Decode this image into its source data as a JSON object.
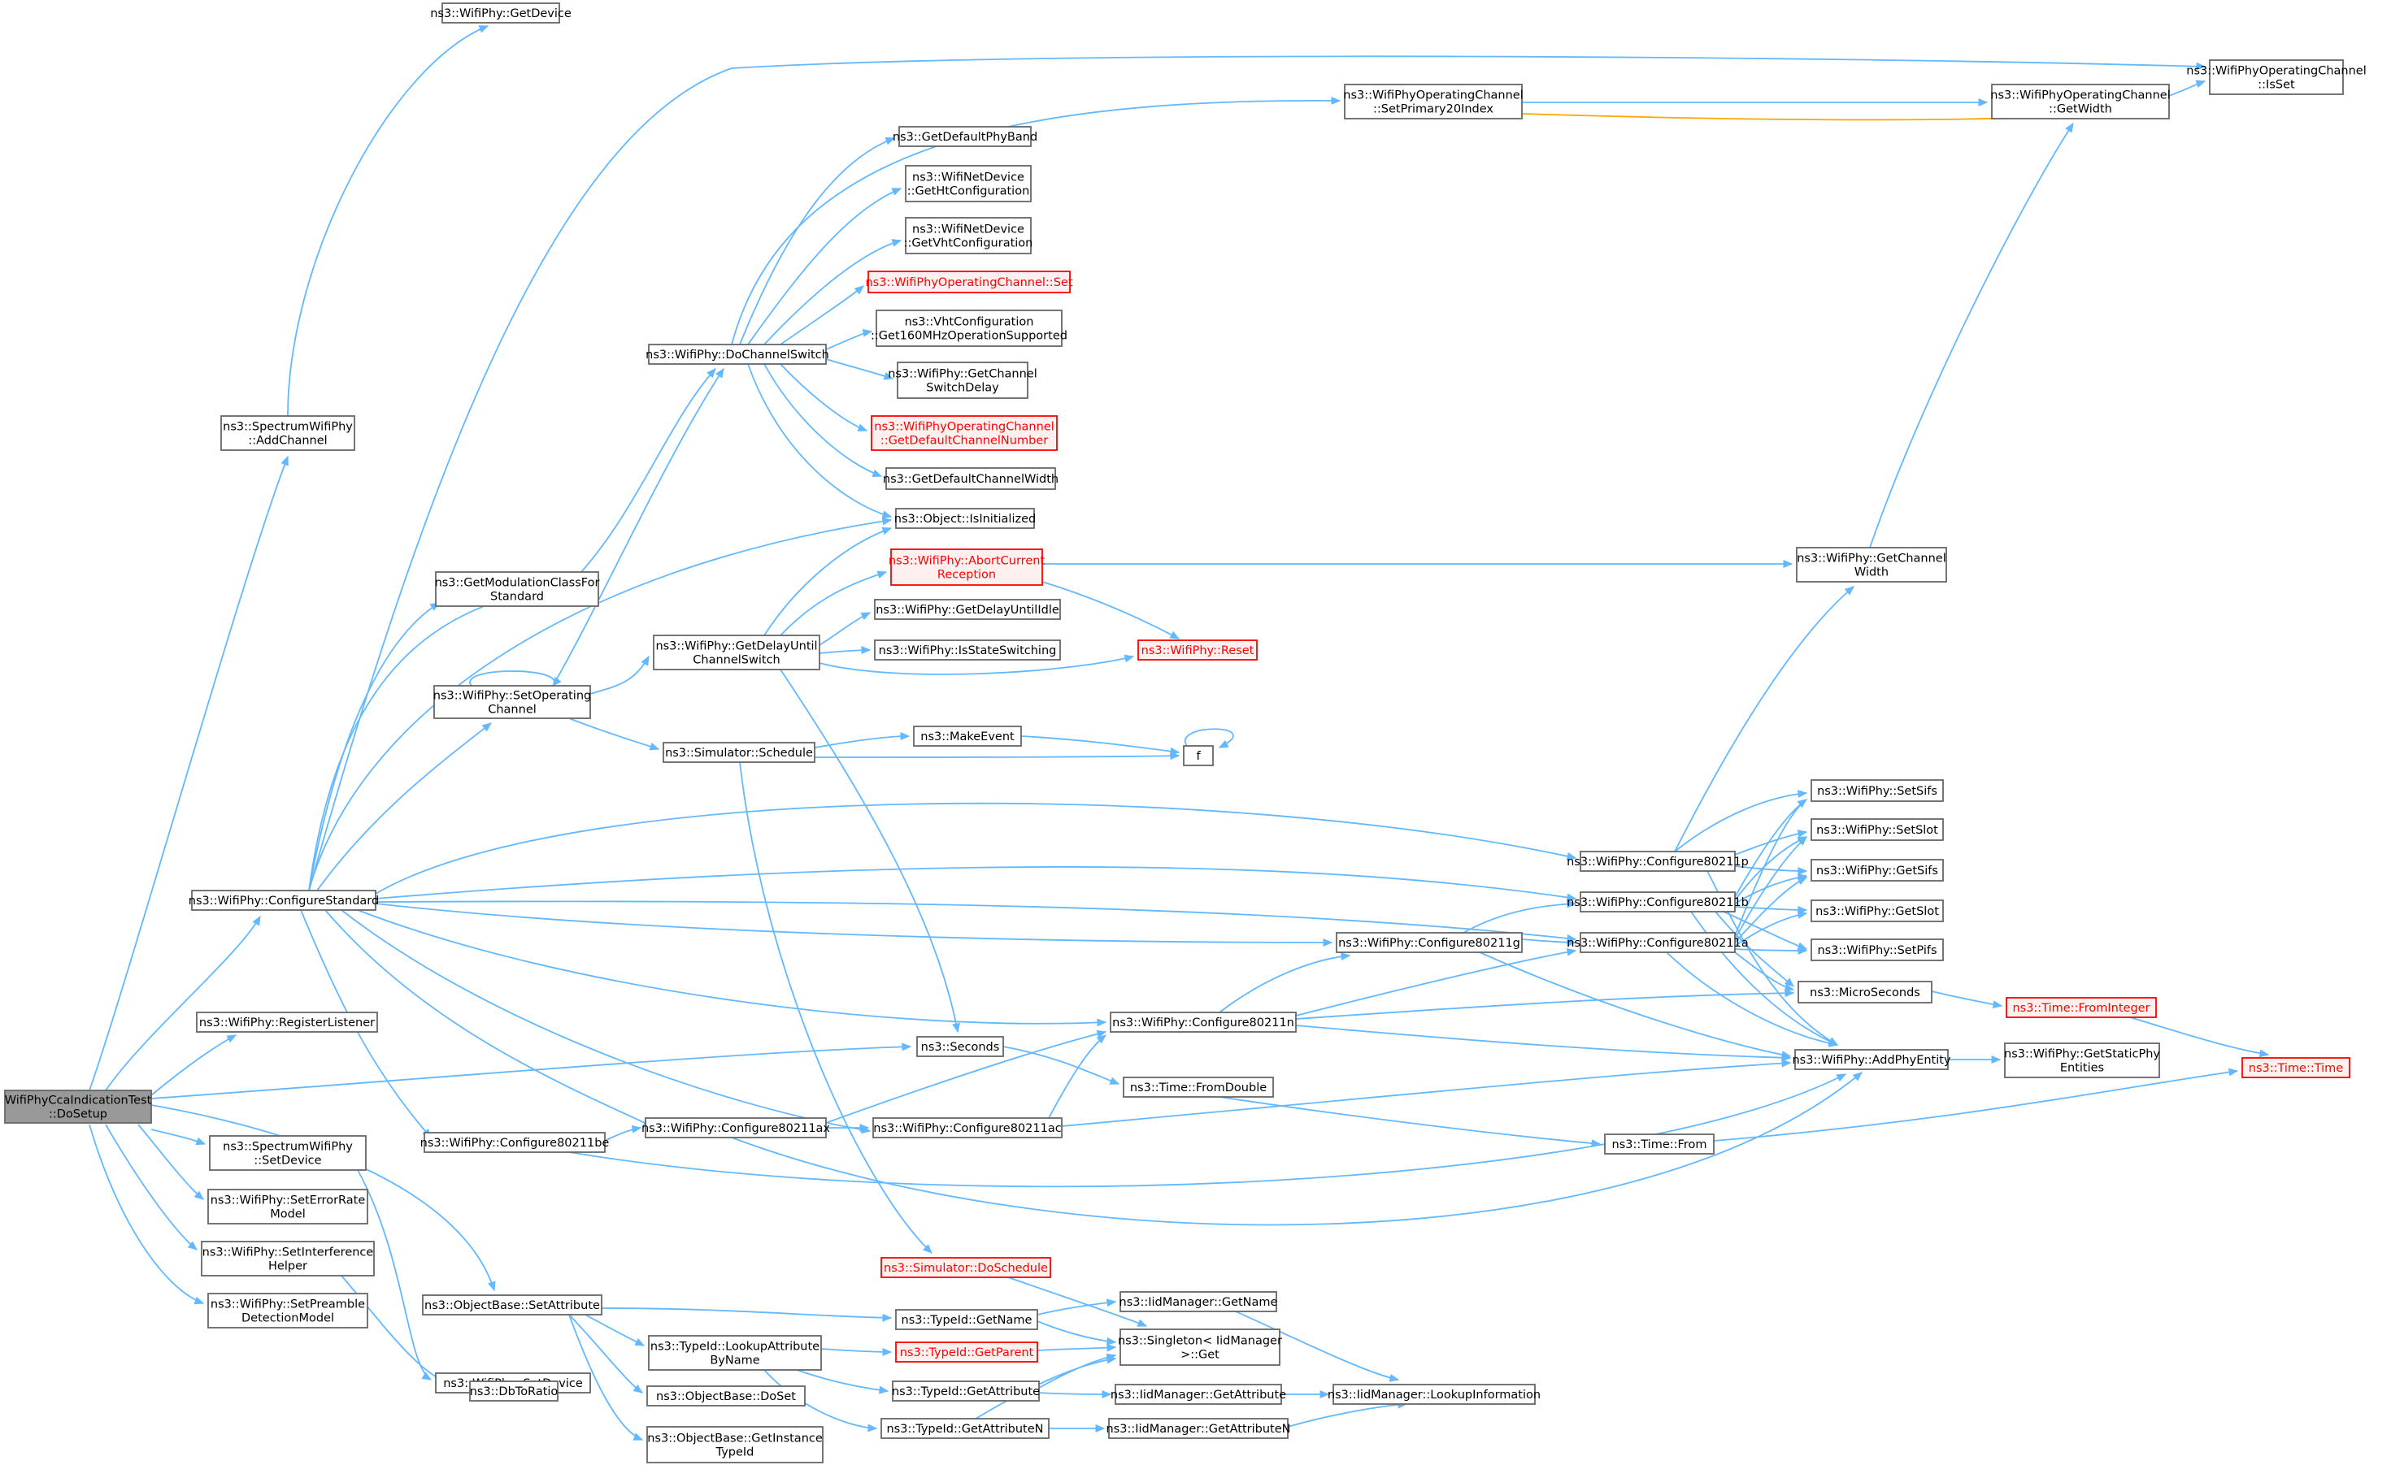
{
  "graph": {
    "nodes": [
      {
        "id": "root",
        "lines": [
          "WifiPhyCcaIndicationTest",
          "::DoSetup"
        ],
        "style": "root"
      },
      {
        "id": "getDevice",
        "lines": [
          "ns3::WifiPhy::GetDevice"
        ]
      },
      {
        "id": "addChannel",
        "lines": [
          "ns3::SpectrumWifiPhy",
          "::AddChannel"
        ]
      },
      {
        "id": "isSet",
        "lines": [
          "ns3::WifiPhyOperatingChannel",
          "::IsSet"
        ]
      },
      {
        "id": "setPrimary20",
        "lines": [
          "ns3::WifiPhyOperatingChannel",
          "::SetPrimary20Index"
        ]
      },
      {
        "id": "getWidth",
        "lines": [
          "ns3::WifiPhyOperatingChannel",
          "::GetWidth"
        ]
      },
      {
        "id": "getDefaultPhyBand",
        "lines": [
          "ns3::GetDefaultPhyBand"
        ]
      },
      {
        "id": "getHtConfig",
        "lines": [
          "ns3::WifiNetDevice",
          "::GetHtConfiguration"
        ]
      },
      {
        "id": "getVhtConfig",
        "lines": [
          "ns3::WifiNetDevice",
          "::GetVhtConfiguration"
        ]
      },
      {
        "id": "opChanSet",
        "lines": [
          "ns3::WifiPhyOperatingChannel::Set"
        ],
        "style": "red"
      },
      {
        "id": "vhtGet160",
        "lines": [
          "ns3::VhtConfiguration",
          "::Get160MHzOperationSupported"
        ]
      },
      {
        "id": "doChannelSwitch",
        "lines": [
          "ns3::WifiPhy::DoChannelSwitch"
        ]
      },
      {
        "id": "getChanSwitchDelay",
        "lines": [
          "ns3::WifiPhy::GetChannel",
          "SwitchDelay"
        ]
      },
      {
        "id": "getDefaultChanNum",
        "lines": [
          "ns3::WifiPhyOperatingChannel",
          "::GetDefaultChannelNumber"
        ],
        "style": "red"
      },
      {
        "id": "getDefaultChanWidth",
        "lines": [
          "ns3::GetDefaultChannelWidth"
        ]
      },
      {
        "id": "isInitialized",
        "lines": [
          "ns3::Object::IsInitialized"
        ]
      },
      {
        "id": "getModClass",
        "lines": [
          "ns3::GetModulationClassFor",
          "Standard"
        ]
      },
      {
        "id": "abortCurrent",
        "lines": [
          "ns3::WifiPhy::AbortCurrent",
          "Reception"
        ],
        "style": "red"
      },
      {
        "id": "getChannelWidth",
        "lines": [
          "ns3::WifiPhy::GetChannel",
          "Width"
        ]
      },
      {
        "id": "getDelayUntilIdle",
        "lines": [
          "ns3::WifiPhy::GetDelayUntilIdle"
        ]
      },
      {
        "id": "getDelayUntilCS",
        "lines": [
          "ns3::WifiPhy::GetDelayUntil",
          "ChannelSwitch"
        ]
      },
      {
        "id": "isStateSwitching",
        "lines": [
          "ns3::WifiPhy::IsStateSwitching"
        ]
      },
      {
        "id": "reset",
        "lines": [
          "ns3::WifiPhy::Reset"
        ],
        "style": "red"
      },
      {
        "id": "setOpChannel",
        "lines": [
          "ns3::WifiPhy::SetOperating",
          "Channel"
        ]
      },
      {
        "id": "makeEvent",
        "lines": [
          "ns3::MakeEvent"
        ]
      },
      {
        "id": "f",
        "lines": [
          "f"
        ]
      },
      {
        "id": "schedule",
        "lines": [
          "ns3::Simulator::Schedule"
        ]
      },
      {
        "id": "setSifs",
        "lines": [
          "ns3::WifiPhy::SetSifs"
        ]
      },
      {
        "id": "setSlot",
        "lines": [
          "ns3::WifiPhy::SetSlot"
        ]
      },
      {
        "id": "conf11p",
        "lines": [
          "ns3::WifiPhy::Configure80211p"
        ]
      },
      {
        "id": "getSifs",
        "lines": [
          "ns3::WifiPhy::GetSifs"
        ]
      },
      {
        "id": "configureStandard",
        "lines": [
          "ns3::WifiPhy::ConfigureStandard"
        ]
      },
      {
        "id": "conf11b",
        "lines": [
          "ns3::WifiPhy::Configure80211b"
        ]
      },
      {
        "id": "getSlot",
        "lines": [
          "ns3::WifiPhy::GetSlot"
        ]
      },
      {
        "id": "conf11g",
        "lines": [
          "ns3::WifiPhy::Configure80211g"
        ]
      },
      {
        "id": "conf11a",
        "lines": [
          "ns3::WifiPhy::Configure80211a"
        ]
      },
      {
        "id": "setPifs",
        "lines": [
          "ns3::WifiPhy::SetPifs"
        ]
      },
      {
        "id": "microSeconds",
        "lines": [
          "ns3::MicroSeconds"
        ]
      },
      {
        "id": "fromInteger",
        "lines": [
          "ns3::Time::FromInteger"
        ],
        "style": "red"
      },
      {
        "id": "registerListener",
        "lines": [
          "ns3::WifiPhy::RegisterListener"
        ]
      },
      {
        "id": "conf11n",
        "lines": [
          "ns3::WifiPhy::Configure80211n"
        ]
      },
      {
        "id": "seconds",
        "lines": [
          "ns3::Seconds"
        ]
      },
      {
        "id": "addPhyEntity",
        "lines": [
          "ns3::WifiPhy::AddPhyEntity"
        ]
      },
      {
        "id": "getStaticPhy",
        "lines": [
          "ns3::WifiPhy::GetStaticPhy",
          "Entities"
        ]
      },
      {
        "id": "timeTime",
        "lines": [
          "ns3::Time::Time"
        ],
        "style": "red"
      },
      {
        "id": "fromDouble",
        "lines": [
          "ns3::Time::FromDouble"
        ]
      },
      {
        "id": "conf11ax",
        "lines": [
          "ns3::WifiPhy::Configure80211ax"
        ]
      },
      {
        "id": "conf11ac",
        "lines": [
          "ns3::WifiPhy::Configure80211ac"
        ]
      },
      {
        "id": "conf11be",
        "lines": [
          "ns3::WifiPhy::Configure80211be"
        ]
      },
      {
        "id": "timeFrom",
        "lines": [
          "ns3::Time::From"
        ]
      },
      {
        "id": "spSetDevice",
        "lines": [
          "ns3::SpectrumWifiPhy",
          "::SetDevice"
        ]
      },
      {
        "id": "setErrorRate",
        "lines": [
          "ns3::WifiPhy::SetErrorRate",
          "Model"
        ]
      },
      {
        "id": "setInterference",
        "lines": [
          "ns3::WifiPhy::SetInterference",
          "Helper"
        ]
      },
      {
        "id": "setPreamble",
        "lines": [
          "ns3::WifiPhy::SetPreamble",
          "DetectionModel"
        ]
      },
      {
        "id": "doSchedule",
        "lines": [
          "ns3::Simulator::DoSchedule"
        ],
        "style": "red"
      },
      {
        "id": "setAttribute",
        "lines": [
          "ns3::ObjectBase::SetAttribute"
        ]
      },
      {
        "id": "typeIdGetName",
        "lines": [
          "ns3::TypeId::GetName"
        ]
      },
      {
        "id": "iidGetName",
        "lines": [
          "ns3::IidManager::GetName"
        ]
      },
      {
        "id": "lookupAttrByName",
        "lines": [
          "ns3::TypeId::LookupAttribute",
          "ByName"
        ]
      },
      {
        "id": "getParent",
        "lines": [
          "ns3::TypeId::GetParent"
        ],
        "style": "red"
      },
      {
        "id": "singletonGet",
        "lines": [
          "ns3::Singleton< IidManager",
          " >::Get"
        ]
      },
      {
        "id": "wpSetDevice",
        "lines": [
          "ns3::WifiPhy::SetDevice"
        ]
      },
      {
        "id": "typeIdGetAttr",
        "lines": [
          "ns3::TypeId::GetAttribute"
        ]
      },
      {
        "id": "iidGetAttr",
        "lines": [
          "ns3::IidManager::GetAttribute"
        ]
      },
      {
        "id": "lookupInfo",
        "lines": [
          "ns3::IidManager::LookupInformation"
        ]
      },
      {
        "id": "dbToRatio",
        "lines": [
          "ns3::DbToRatio"
        ]
      },
      {
        "id": "doSet",
        "lines": [
          "ns3::ObjectBase::DoSet"
        ]
      },
      {
        "id": "typeIdGetAttrN",
        "lines": [
          "ns3::TypeId::GetAttributeN"
        ]
      },
      {
        "id": "iidGetAttrN",
        "lines": [
          "ns3::IidManager::GetAttributeN"
        ]
      },
      {
        "id": "getInstanceTypeId",
        "lines": [
          "ns3::ObjectBase::GetInstance",
          "TypeId"
        ]
      }
    ]
  }
}
